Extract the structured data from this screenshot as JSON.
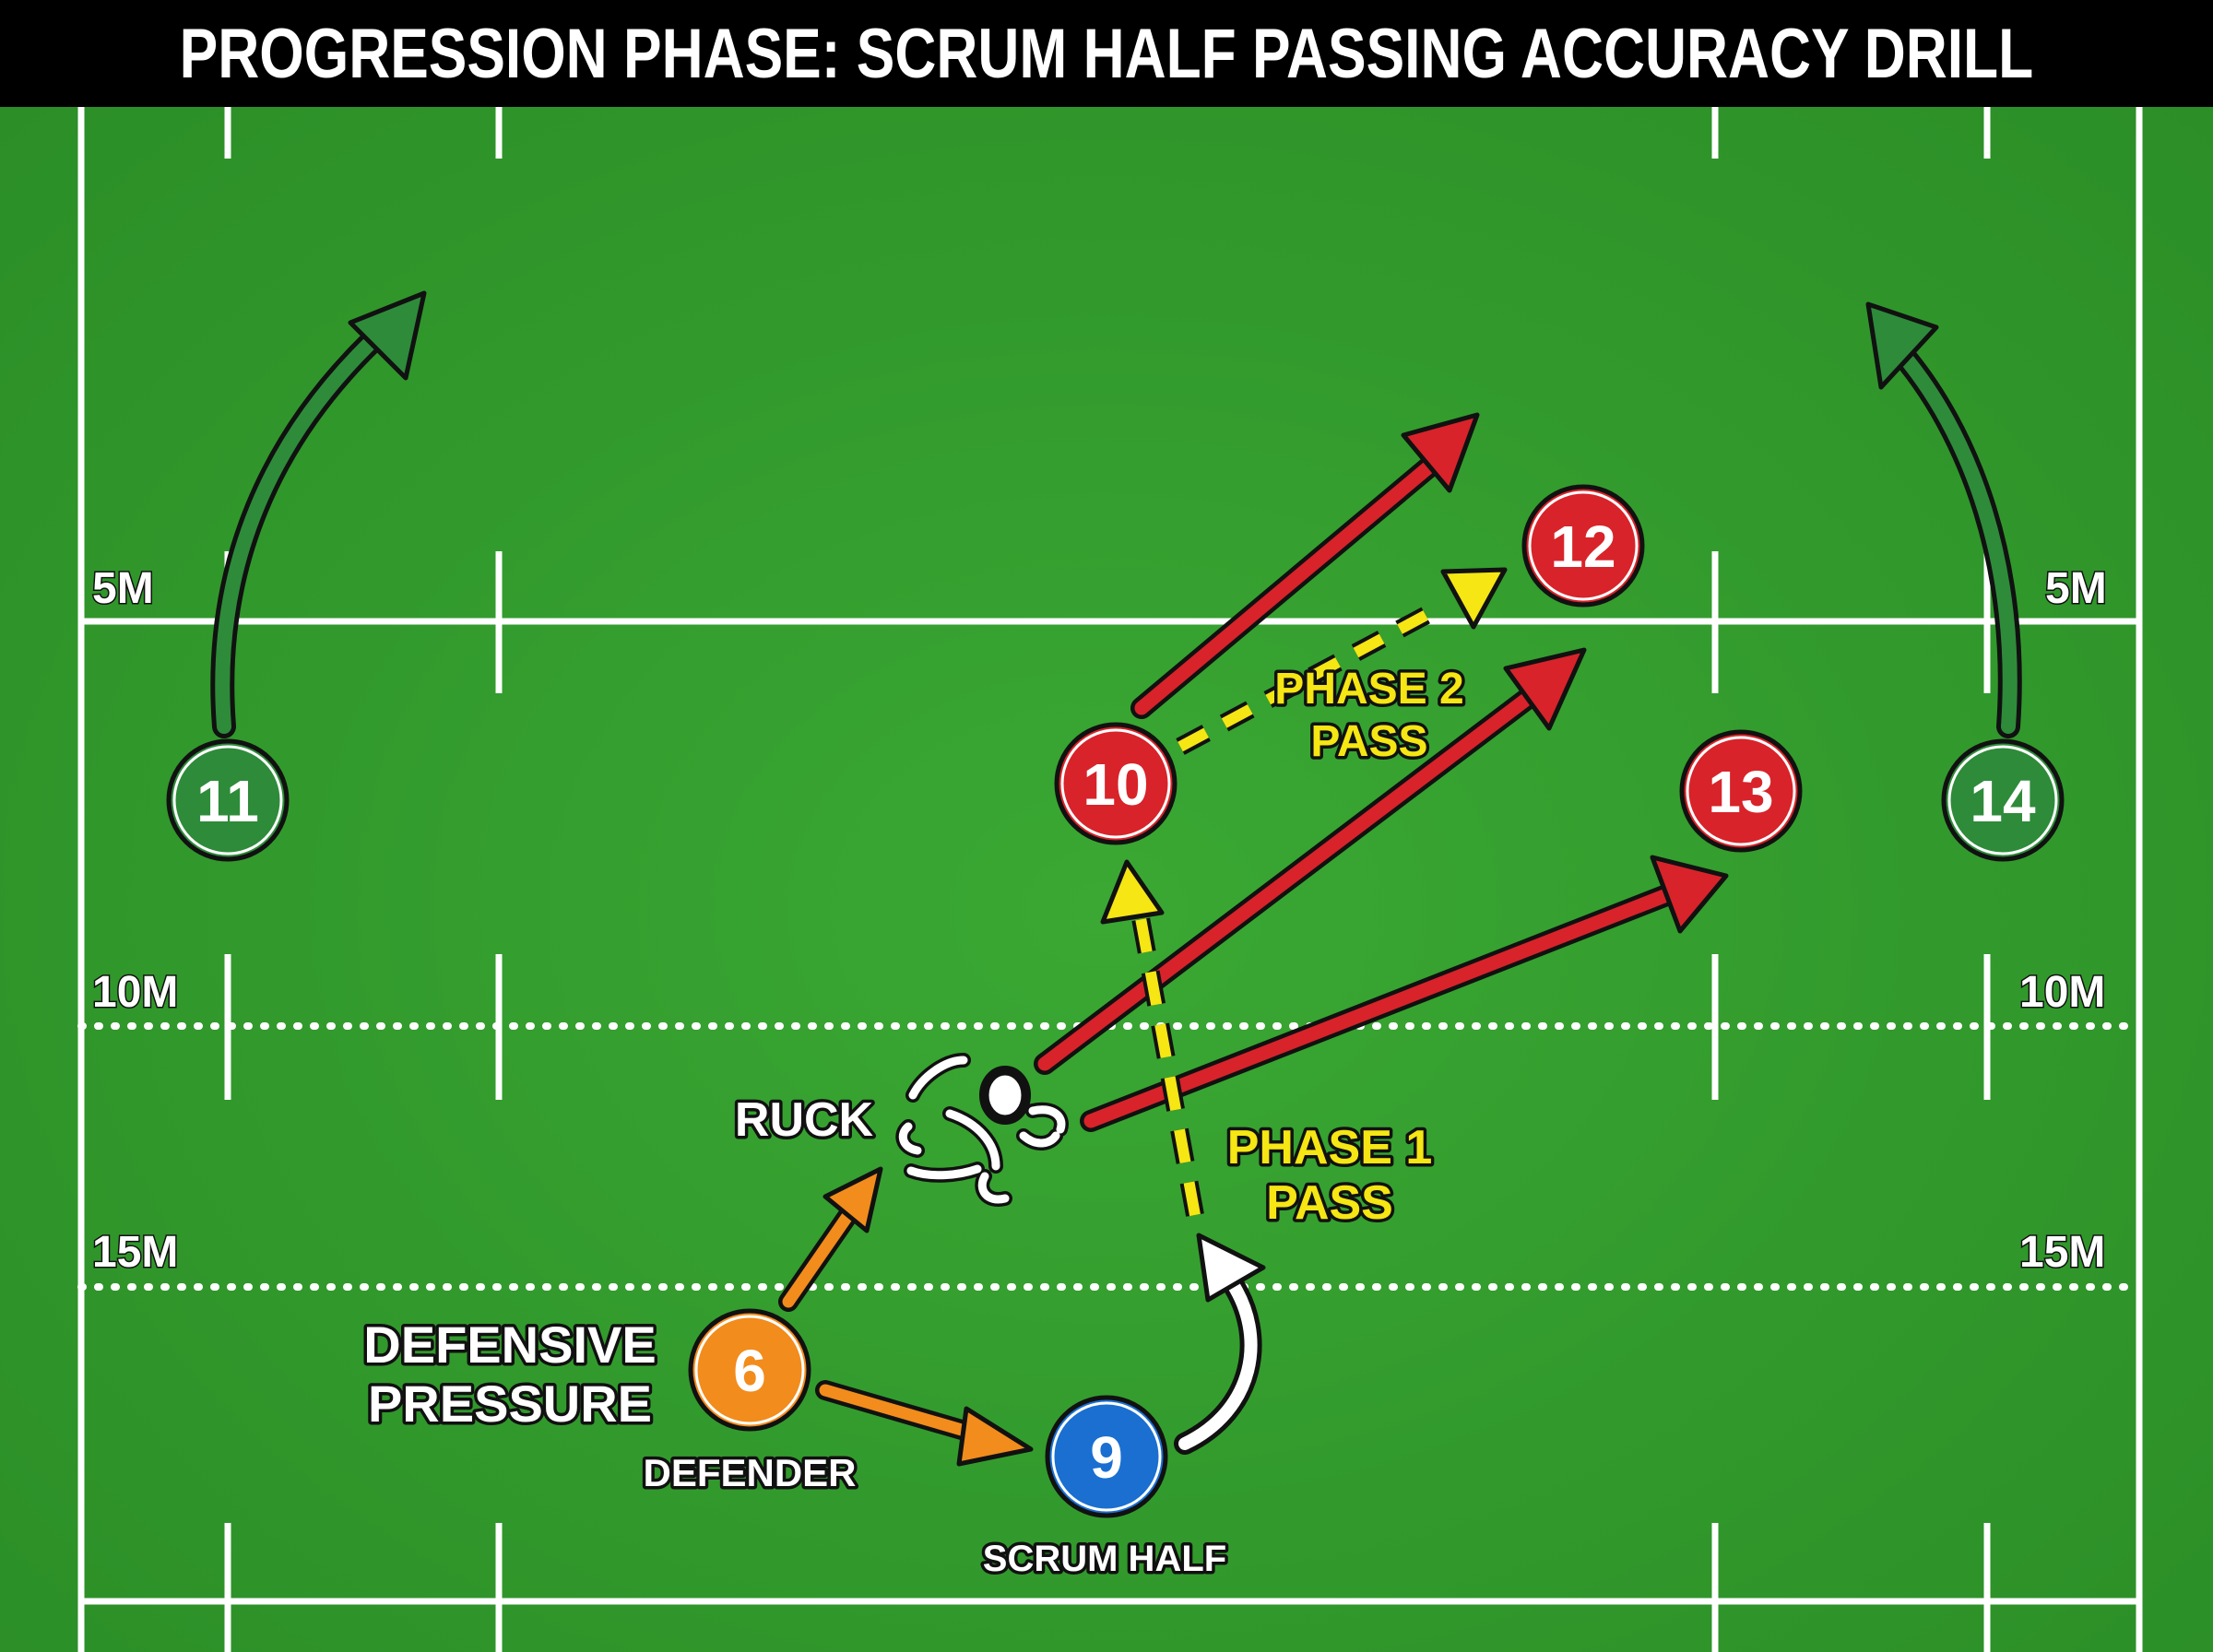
{
  "title": "PROGRESSION PHASE: SCRUM HALF PASSING ACCURACY DRILL",
  "colors": {
    "field": "#2f9a2a",
    "lines": "#ffffff",
    "attack": "#d8232a",
    "winger": "#2e8b3a",
    "defender": "#f28c1c",
    "scrum_half": "#1a6fd1",
    "pass": "#f5e614"
  },
  "distance_markers": {
    "five": "5M",
    "ten": "10M",
    "fifteen": "15M"
  },
  "players": {
    "p11": "11",
    "p14": "14",
    "p10": "10",
    "p12": "12",
    "p13": "13",
    "p6": "6",
    "p9": "9"
  },
  "labels": {
    "ruck": "RUCK",
    "phase2_line1": "PHASE 2",
    "phase2_line2": "PASS",
    "phase1_line1": "PHASE 1",
    "phase1_line2": "PASS",
    "pressure_line1": "DEFENSIVE",
    "pressure_line2": "PRESSURE",
    "defender": "DEFENDER",
    "scrum_half": "SCRUM HALF"
  }
}
